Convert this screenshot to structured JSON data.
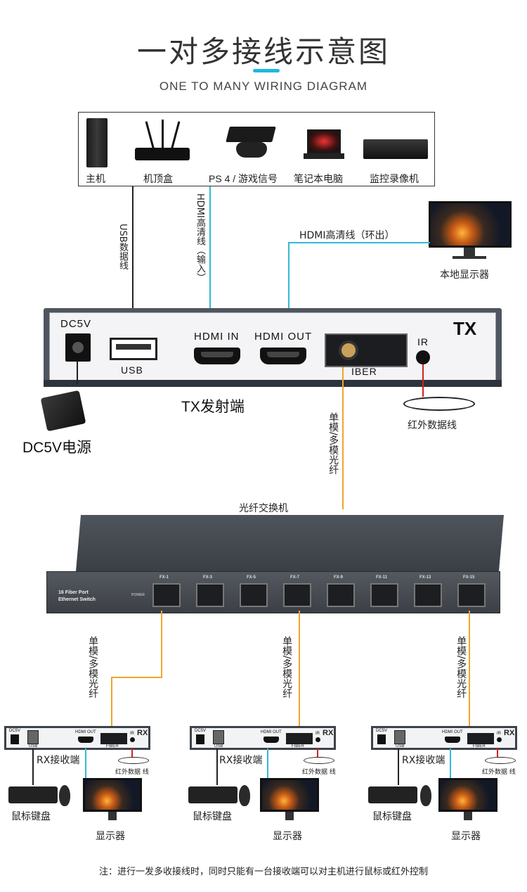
{
  "title": "一对多接线示意图",
  "subtitle": "ONE TO MANY WIRING DIAGRAM",
  "sources": [
    {
      "label": "主机",
      "icon": "pc-tower-icon"
    },
    {
      "label": "机顶盒",
      "icon": "router-icon"
    },
    {
      "label": "PS 4 / 游戏信号",
      "icon": "gamepad-icon"
    },
    {
      "label": "笔记本电脑",
      "icon": "laptop-icon"
    },
    {
      "label": "监控录像机",
      "icon": "dvr-icon"
    }
  ],
  "cables": {
    "usb": "USB数据线",
    "hdmi_in": "HDMI高清线（输入）",
    "hdmi_out": "HDMI高清线（环出）",
    "fiber": "单模/多模光纤",
    "ir": "红外数据线"
  },
  "local_display": "本地显示器",
  "tx": {
    "badge": "TX",
    "dc_label": "DC5V",
    "usb_label": "USB",
    "hdmi_in_label": "HDMI IN",
    "hdmi_out_label": "HDMI OUT",
    "fiber_label": "IBER",
    "ir_label": "IR",
    "caption": "TX发射端",
    "power_caption": "DC5V电源"
  },
  "switch": {
    "caption": "光纤交换机",
    "brand_line1": "16 Fiber Port",
    "brand_line2": "Ethernet Switch",
    "power": "POWER",
    "ports": [
      "FX-1",
      "FX-3",
      "FX-5",
      "FX-7",
      "FX-9",
      "FX-11",
      "FX-13",
      "FX-15"
    ]
  },
  "rx": {
    "badge": "RX",
    "dc": "DC5V",
    "usb": "USB",
    "hdmi_out": "HDMI OUT",
    "fiber": "FIBER",
    "ir": "IR",
    "caption": "RX接收端",
    "ir_caption": "红外数据 线",
    "keyboard": "鼠标键盘",
    "display": "显示器"
  },
  "note": "注：进行一发多收接线时，同时只能有一台接收端可以对主机进行鼠标或红外控制",
  "colors": {
    "cyan": "#34b9d8",
    "orange": "#f0a52b",
    "red": "#d42020",
    "dark": "#3c4249"
  }
}
